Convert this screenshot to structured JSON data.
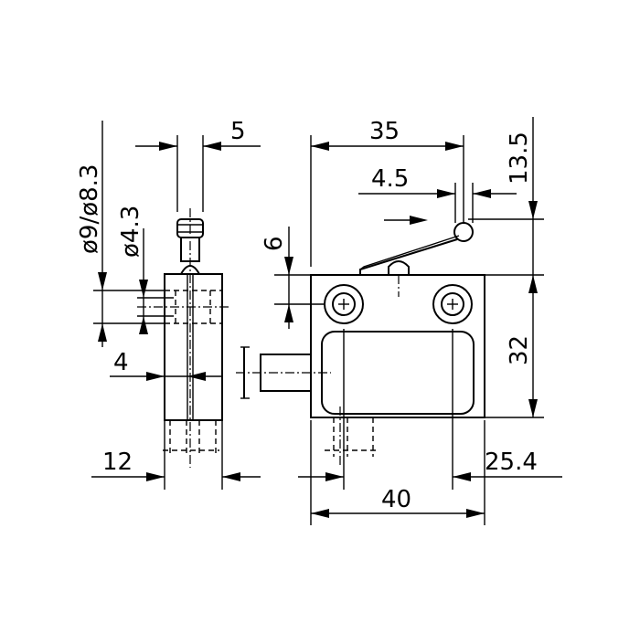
{
  "dimensions": {
    "side_width_top": "5",
    "diameter_outer": "ø9/ø8.3",
    "diameter_inner": "ø4.3",
    "side_offset": "4",
    "side_width": "12",
    "body_width_top": "35",
    "roller_offset": "4.5",
    "roller_height": "13.5",
    "hole_offset": "6",
    "body_height": "32",
    "total_width": "40",
    "hole_spacing": "25.4"
  }
}
